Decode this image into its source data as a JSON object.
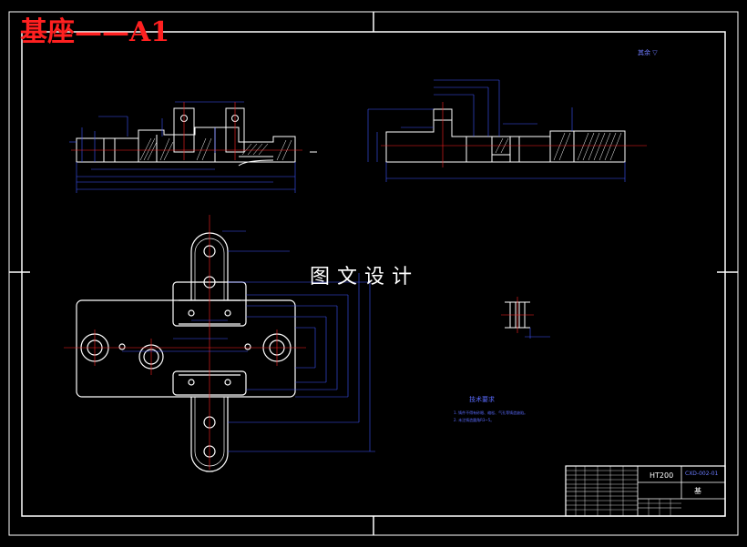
{
  "sheet_title": "基座——A1",
  "watermark": "图文设计",
  "scale_note": "其余 ▽",
  "technical_requirements": {
    "title": "技术要求",
    "lines": [
      "1. 铸件不得有砂眼、缩松、气孔等铸造缺陷。",
      "2. 未注铸造圆角R3~5。"
    ]
  },
  "title_block": {
    "material": "HT200",
    "part_name": "基",
    "drawing_number": "CXD-002-01"
  },
  "colors": {
    "background": "#000000",
    "frame": "#ffffff",
    "dimension": "#3f55ff",
    "center_line": "#ff2020",
    "title": "#ff2020"
  }
}
